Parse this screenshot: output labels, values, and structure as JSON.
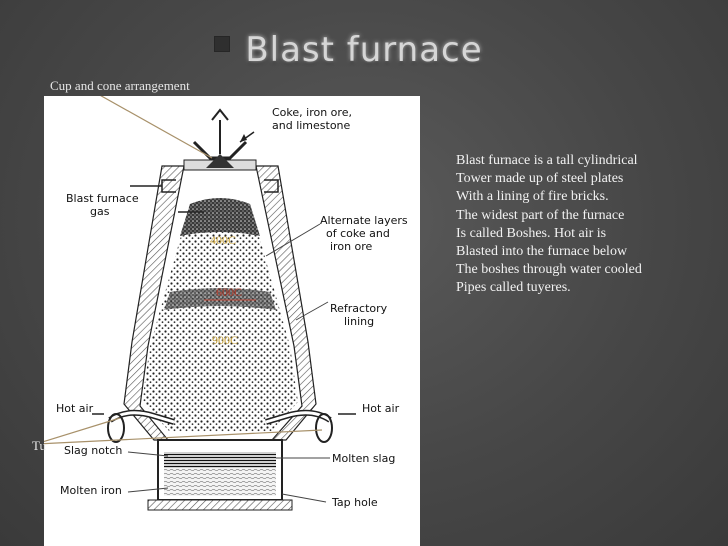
{
  "slide": {
    "title": "Blast furnace",
    "caption_top": "Cup and cone arrangement",
    "caption_left": "Tu",
    "body_lines": [
      "Blast furnace is a tall cylindrical",
      "Tower made up of steel plates",
      "With a lining of fire bricks.",
      "The widest part of the furnace",
      "Is called Boshes. Hot air is",
      "Blasted into the furnace below",
      "The boshes through water cooled",
      "Pipes called tuyeres."
    ]
  },
  "diagram": {
    "labels": {
      "feed_1": "Coke, iron ore,",
      "feed_2": "and limestone",
      "gas_1": "Blast furnace",
      "gas_2": "gas",
      "layers_1": "Alternate layers",
      "layers_2": "of coke and",
      "layers_3": "iron ore",
      "lining_1": "Refractory",
      "lining_2": "lining",
      "hot_air_left": "Hot air",
      "hot_air_right": "Hot air",
      "slag_notch": "Slag notch",
      "molten_slag": "Molten slag",
      "molten_iron": "Molten iron",
      "tap_hole": "Tap hole"
    },
    "temperatures": {
      "t1": "400C",
      "t2": "600C",
      "t3": "900C"
    }
  },
  "colors": {
    "background": "#474747",
    "title": "#d6d6d6",
    "text": "#f2f2f2",
    "annotation_arrow": "#a8916a",
    "temperature_label": "#c8a23a",
    "temperature_600": "#b33a2a"
  }
}
